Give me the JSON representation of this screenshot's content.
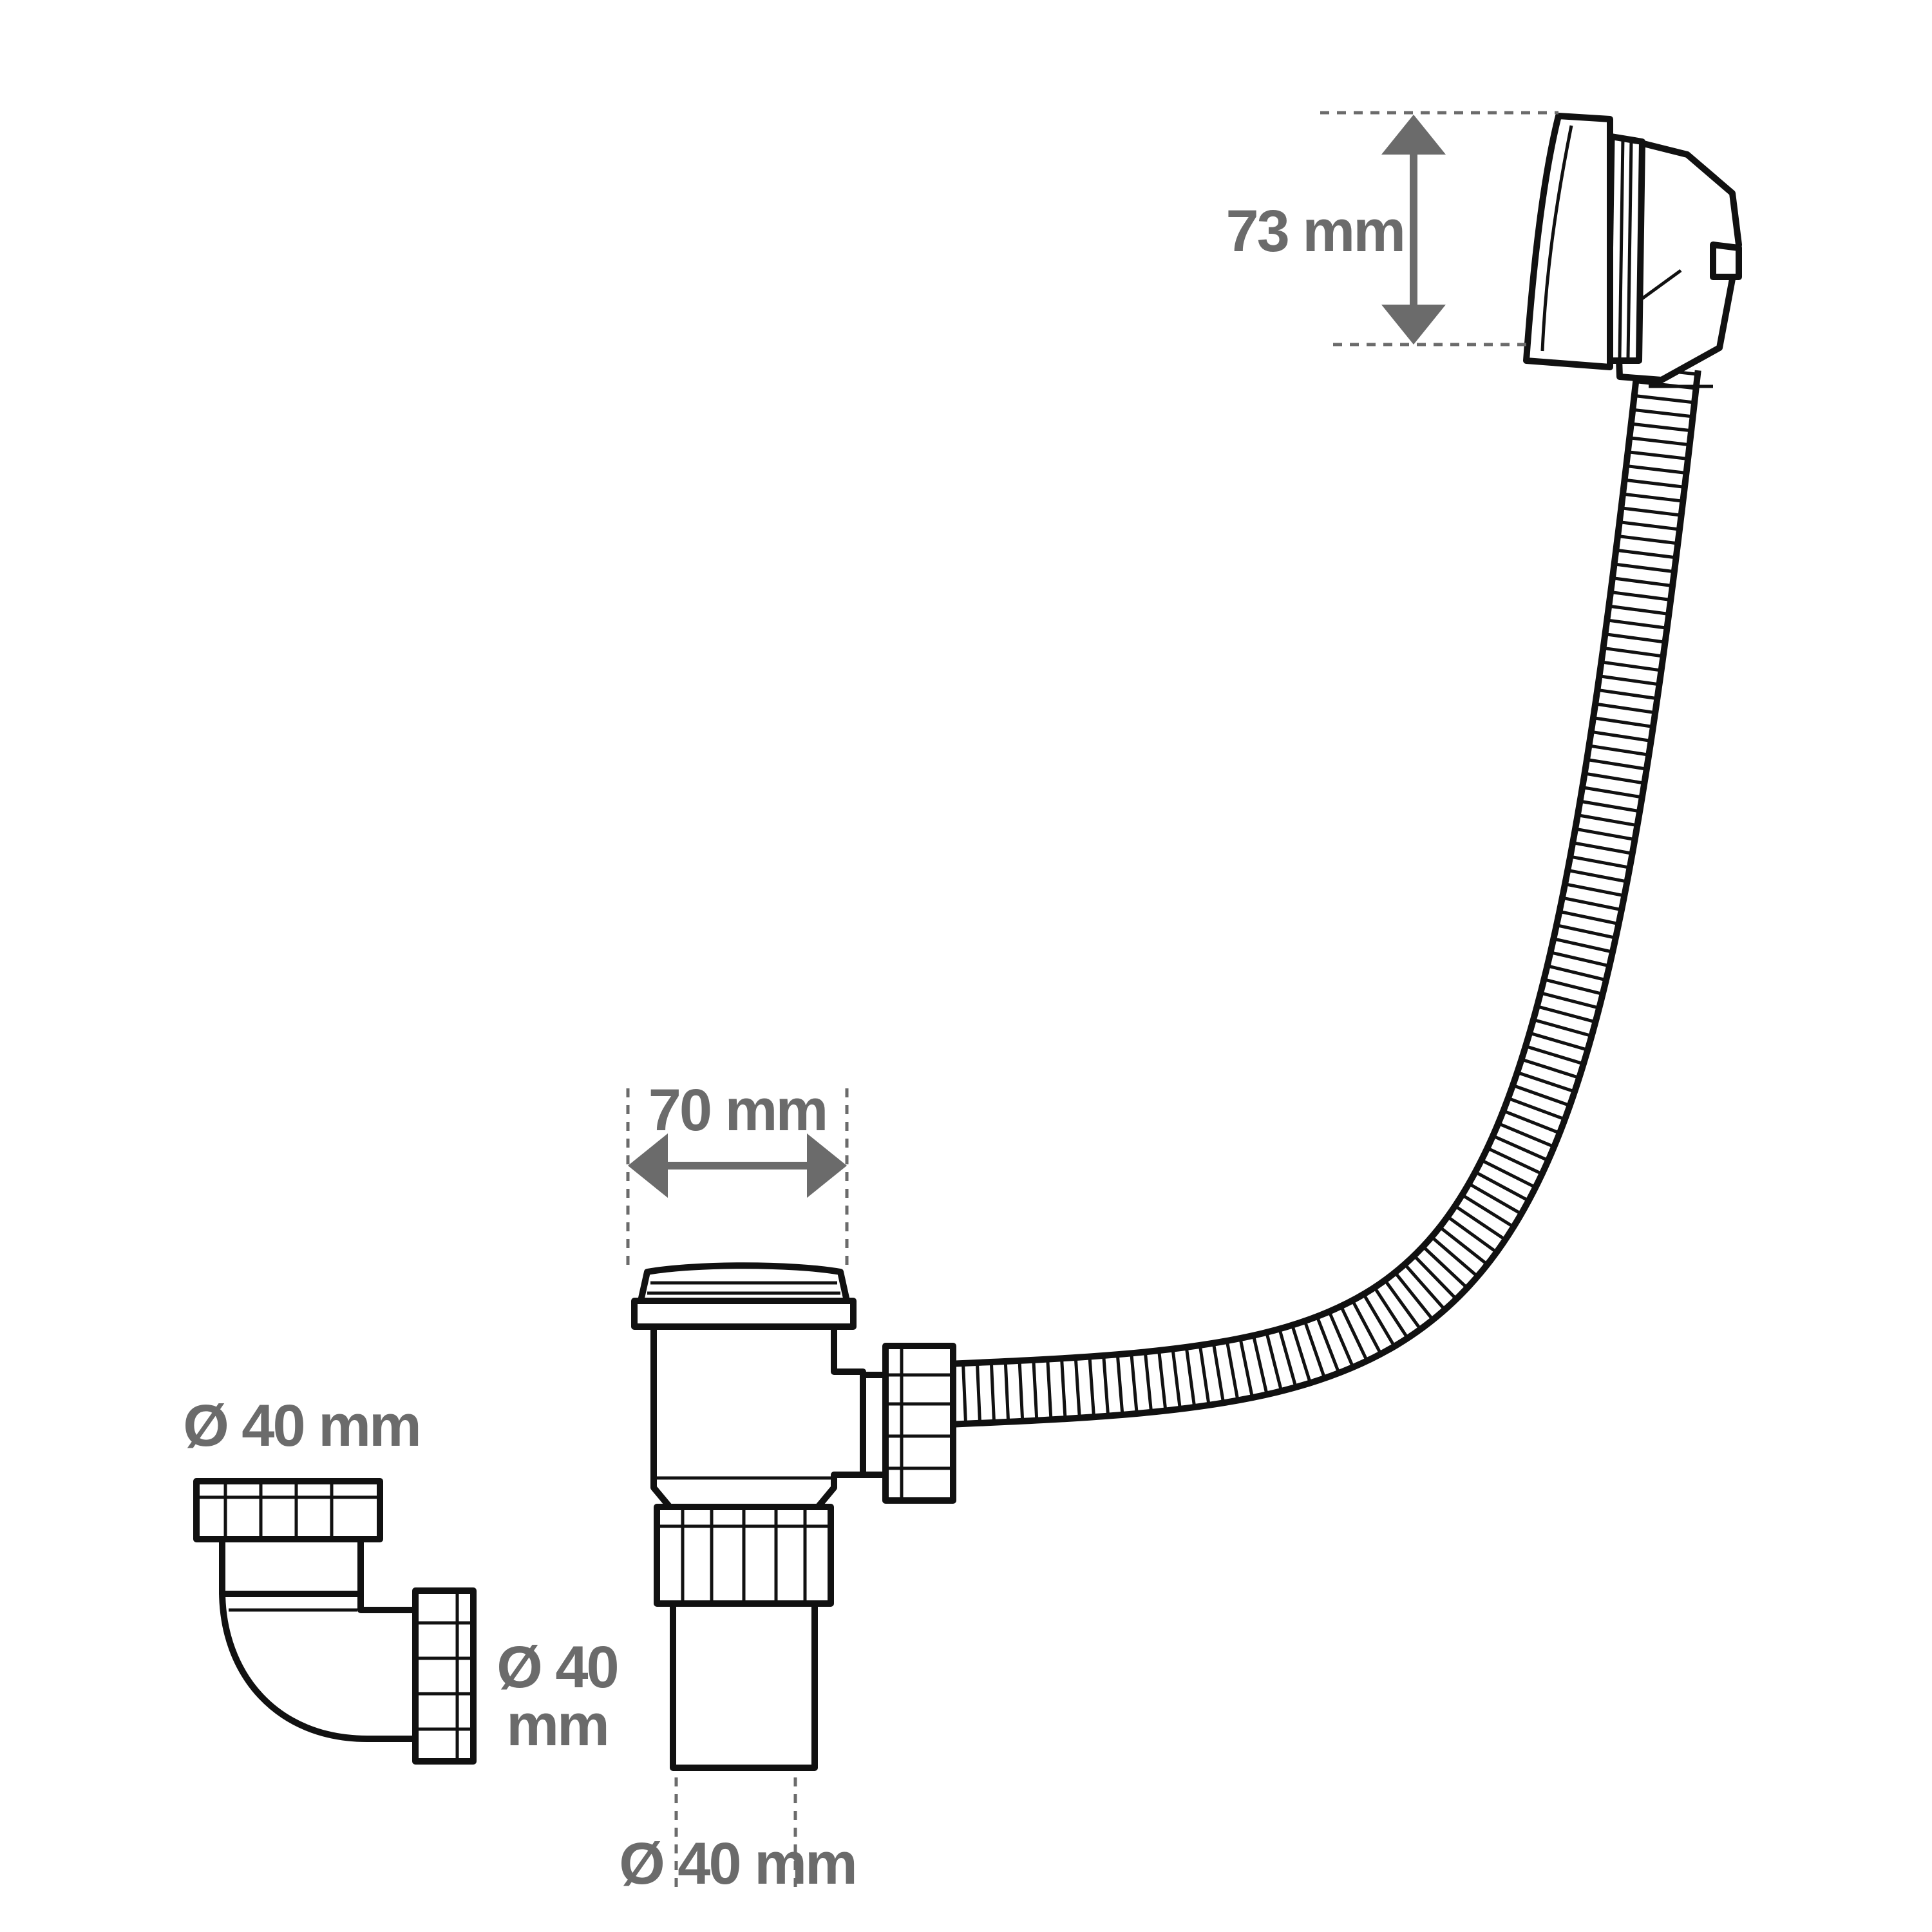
{
  "dimensions": {
    "overflow_height": "73 mm",
    "waste_width": "70 mm",
    "waste_outlet_diameter": "Ø 40 mm",
    "elbow_inlet_diameter": "Ø 40 mm",
    "elbow_outlet_diameter_line1": "Ø 40",
    "elbow_outlet_diameter_line2": "mm"
  },
  "colors": {
    "dimension": "#6b6b6b",
    "outline": "#111111",
    "background": "#ffffff"
  }
}
